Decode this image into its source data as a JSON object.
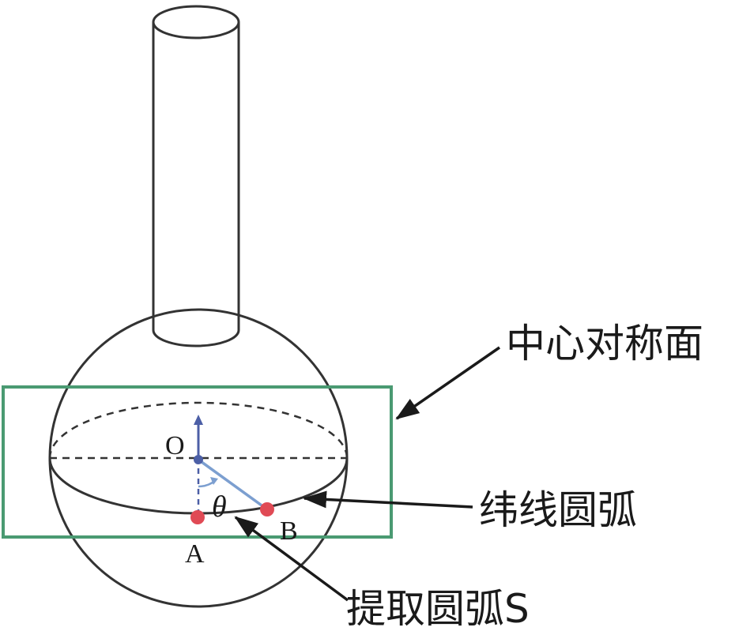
{
  "labels": {
    "symmetry_plane": "中心对称面",
    "latitude_arc": "纬线圆弧",
    "extracted_arc": "提取圆弧S",
    "point_o": "O",
    "point_a": "A",
    "point_b": "B",
    "angle": "θ"
  },
  "colors": {
    "outline": "#333333",
    "plane": "#4a9a72",
    "point": "#e04a55",
    "vector": "#4c5fa6",
    "segment": "#7c9fd0"
  }
}
